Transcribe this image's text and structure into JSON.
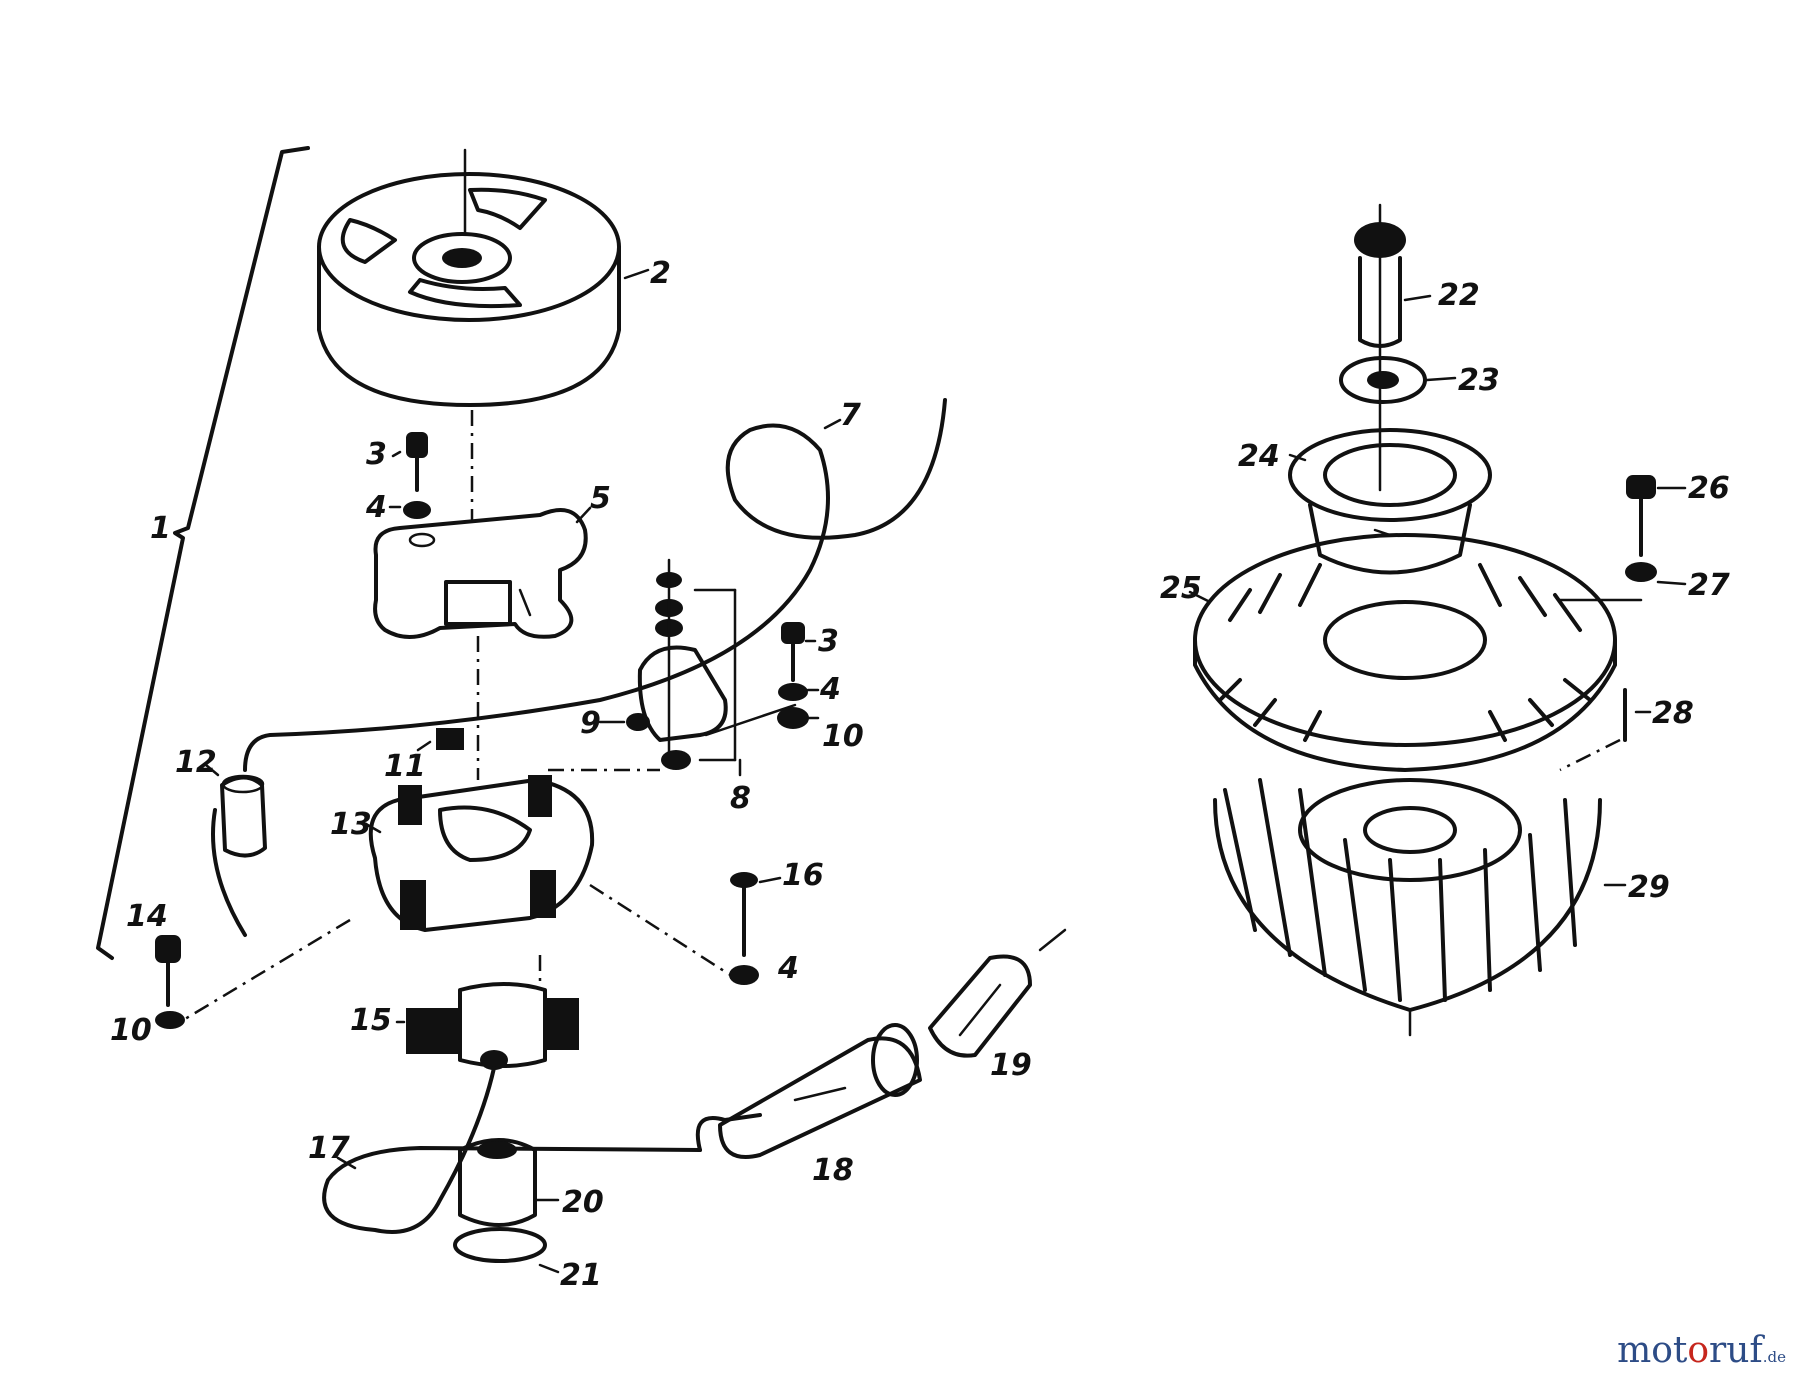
{
  "parts": {
    "p1": "1",
    "p2": "2",
    "p3a": "3",
    "p3b": "3",
    "p4a": "4",
    "p4b": "4",
    "p4c": "4",
    "p5": "5",
    "p7": "7",
    "p8": "8",
    "p9": "9",
    "p10a": "10",
    "p10b": "10",
    "p11": "11",
    "p12": "12",
    "p13": "13",
    "p14": "14",
    "p15": "15",
    "p16": "16",
    "p17": "17",
    "p18": "18",
    "p19": "19",
    "p20": "20",
    "p21": "21",
    "p22": "22",
    "p23": "23",
    "p24": "24",
    "p25": "25",
    "p26": "26",
    "p27": "27",
    "p28": "28",
    "p29": "29"
  },
  "watermark": {
    "pre": "mot",
    "o": "o",
    "post": "ruf",
    "tld": ".de"
  }
}
